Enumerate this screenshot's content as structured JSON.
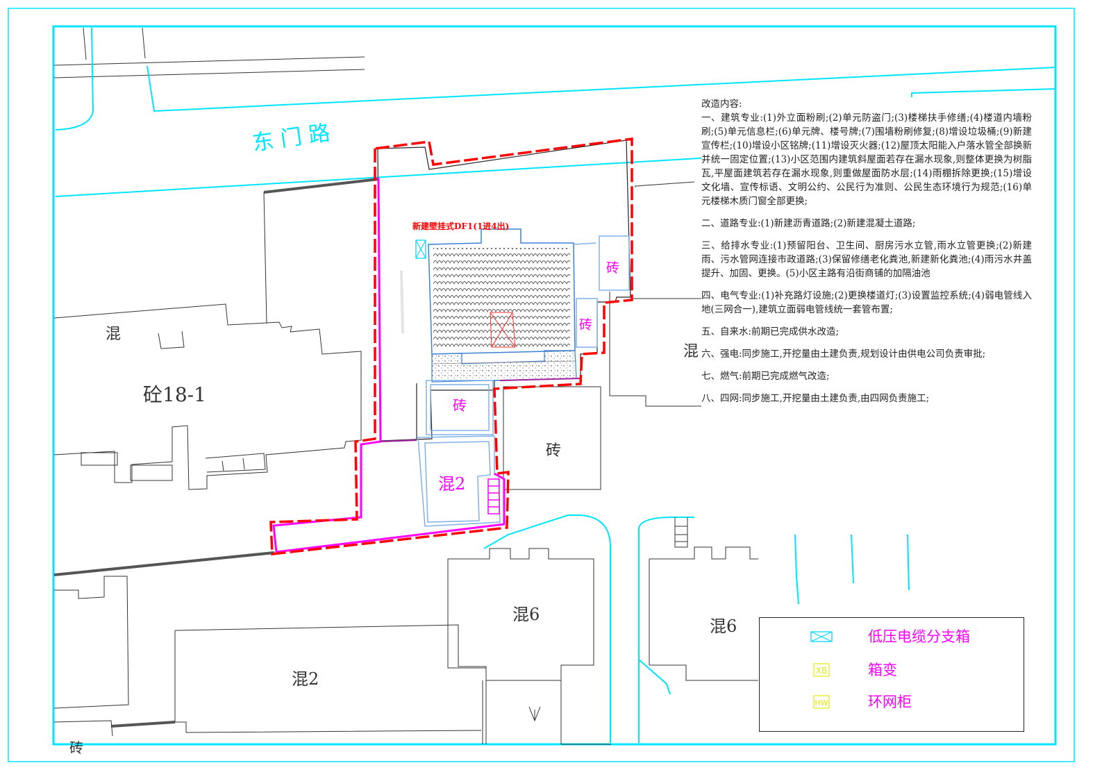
{
  "map": {
    "road_name": "东 门 路",
    "buildings": {
      "west_hun": "混",
      "west_main": "砼18-1",
      "project_brick_1": "砖",
      "project_brick_2": "砖",
      "project_brick_3": "砖",
      "project_hun2": "混2",
      "center_brick": "砖",
      "east_hun_partial": "混",
      "south_hun6_left": "混6",
      "south_hun6_right": "混6",
      "south_hun2": "混2",
      "bottom_brick": "砖"
    },
    "distribution_box_label": "新建壁挂式DF1(1进4出)",
    "colors": {
      "boundary_red": "#ff0000",
      "boundary_magenta": "#ff00ff",
      "road_cyan": "#00e5ff",
      "building_outline": "#333333",
      "box_cyan": "#00d8ff"
    }
  },
  "notes": {
    "title": "改造内容:",
    "items": [
      "一、建筑专业:(1)外立面粉刷;(2)单元防盗门;(3)楼梯扶手修缮;(4)楼道内墙粉刷;(5)单元信息栏;(6)单元牌、楼号牌;(7)围墙粉刷修复;(8)增设垃圾桶;(9)新建宣传栏;(10)增设小区铭牌;(11)增设灭火器;(12)屋顶太阳能入户落水管全部换新并统一固定位置;(13)小区范围内建筑斜屋面若存在漏水现象,则整体更换为树脂瓦,平屋面建筑若存在漏水现象,则重做屋面防水层;(14)雨棚拆除更换;(15)增设文化墙、宣传标语、文明公约、公民行为准则、公民生态环境行为规范;(16)单元楼梯木质门窗全部更换;",
      "二、道路专业:(1)新建沥青道路;(2)新建混凝土道路;",
      "三、给排水专业:(1)预留阳台、卫生间、厨房污水立管,雨水立管更换;(2)新建雨、污水管网连接市政道路;(3)保留修缮老化粪池,新建新化粪池;(4)雨污水井盖提升、加固、更换。(5)小区主路有沿街商铺的加隔油池",
      "四、电气专业:(1)补充路灯设施;(2)更换楼道灯;(3)设置监控系统;(4)弱电管线入地(三网合一),建筑立面弱电管线统一套管布置;",
      "五、自来水:前期已完成供水改造;",
      "六、强电:同步施工,开挖量由土建负责,规划设计由供电公司负责审批;",
      "七、燃气:前期已完成燃气改造;",
      "八、四网:同步施工,开挖量由土建负责,由四网负责施工;"
    ]
  },
  "legend": {
    "items": [
      {
        "symbol": "cable-box",
        "label": "低压电缆分支箱",
        "color": "#00d8ff"
      },
      {
        "symbol": "XB",
        "label": "箱变",
        "color": "#e8e800"
      },
      {
        "symbol": "HW",
        "label": "环网柜",
        "color": "#e8e800"
      }
    ]
  }
}
